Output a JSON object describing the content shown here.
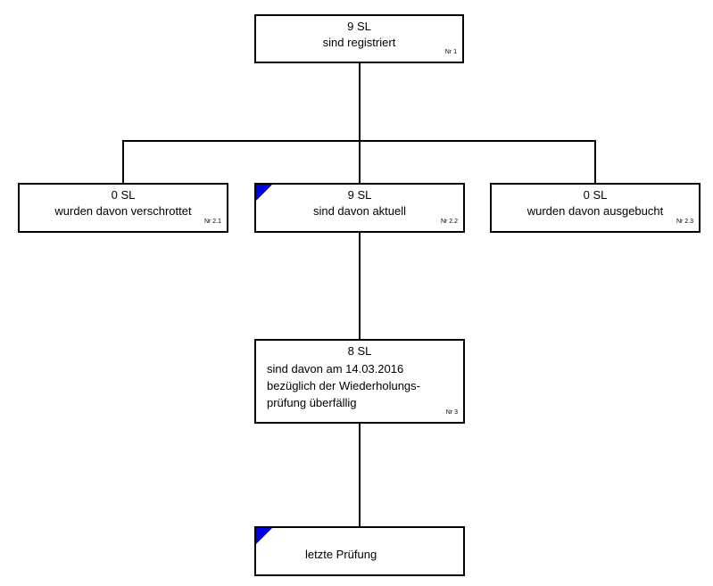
{
  "nodes": {
    "n1": {
      "count": "9 SL",
      "text": "sind registriert",
      "nr": "Nr 1"
    },
    "n21": {
      "count": "0 SL",
      "text": "wurden davon verschrottet",
      "nr": "Nr 2.1"
    },
    "n22": {
      "count": "9 SL",
      "text": "sind davon aktuell",
      "nr": "Nr 2.2"
    },
    "n23": {
      "count": "0 SL",
      "text": "wurden davon ausgebucht",
      "nr": "Nr 2.3"
    },
    "n3": {
      "count": "8 SL",
      "line1": "sind davon am 14.03.2016",
      "line2": "bezüglich der Wiederholungs-",
      "line3": "prüfung überfällig",
      "nr": "Nr 3"
    },
    "n4": {
      "text": "letzte Prüfung"
    }
  },
  "colors": {
    "corner_marker": "#0000e6",
    "border": "#000000"
  }
}
